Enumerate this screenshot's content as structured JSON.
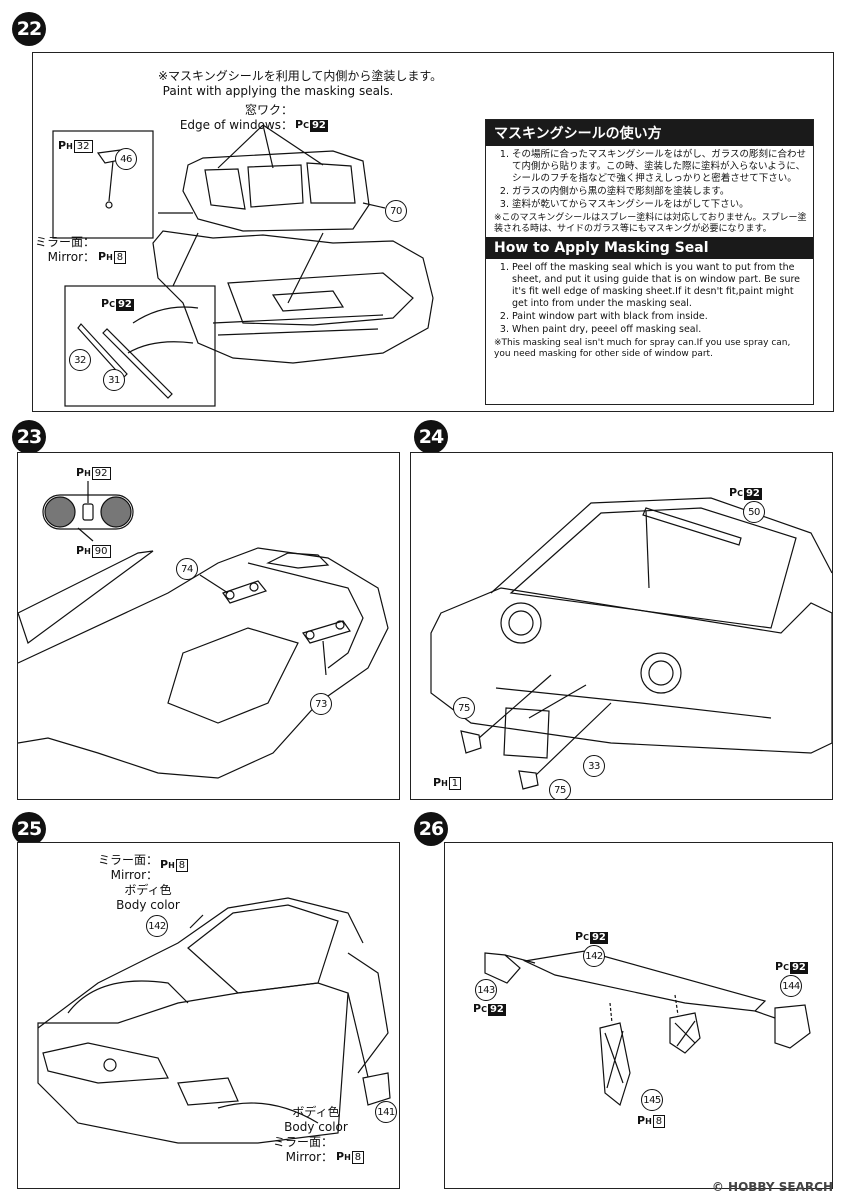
{
  "steps": [
    "22",
    "23",
    "24",
    "25",
    "26"
  ],
  "s22": {
    "note_ja": "※マスキングシールを利用して内側から塗装します。",
    "note_en": "Paint with applying the masking seals.",
    "window_ja": "窓ワク：",
    "window_en": "Edge of windows：",
    "pc": "P",
    "pc_sub": "C",
    "code92": "92",
    "ph": "P",
    "ph_sub": "H",
    "code32": "32",
    "code8": "8",
    "mirror_ja": "ミラー面：",
    "mirror_en": "Mirror：",
    "parts": [
      "46",
      "70",
      "32",
      "31"
    ]
  },
  "instructions": {
    "title_ja": "マスキングシールの使い方",
    "items_ja": [
      "その場所に合ったマスキングシールをはがし、ガラスの彫刻に合わせて内側から貼ります。この時、塗装した際に塗料が入らないように、シールのフチを指などで強く押さえしっかりと密着させて下さい。",
      "ガラスの内側から黒の塗料で彫刻部を塗装します。",
      "塗料が乾いてからマスキングシールをはがして下さい。"
    ],
    "note_ja": "※このマスキングシールはスプレー塗料には対応しておりません。スプレー塗装される時は、サイドのガラス等にもマスキングが必要になります。",
    "title_en": "How to Apply Masking Seal",
    "items_en": [
      "Peel off the masking seal which is you want to put from the sheet, and put it using guide that is on window part. Be sure it's fit well edge of masking sheet.If it desn't fit,paint might get into from under the masking seal.",
      "Paint window part with black from inside.",
      "When paint dry, peeel off masking seal."
    ],
    "note_en": "※This masking seal isn't much for spray can.If you use spray can, you need masking for other side of window part."
  },
  "s23": {
    "code92": "92",
    "code90": "90",
    "parts": [
      "74",
      "73"
    ]
  },
  "s24": {
    "code92": "92",
    "code1": "1",
    "parts": [
      "50",
      "75",
      "33",
      "75"
    ]
  },
  "s25": {
    "mirror_ja": "ミラー面：",
    "mirror_en": "Mirror：",
    "code8": "8",
    "body_ja": "ボディ色",
    "body_en": "Body color",
    "parts": [
      "142",
      "141"
    ]
  },
  "s26": {
    "code92": "92",
    "code8": "8",
    "parts": [
      "142",
      "143",
      "144",
      "145"
    ]
  },
  "footer": "© HOBBY SEARCH"
}
